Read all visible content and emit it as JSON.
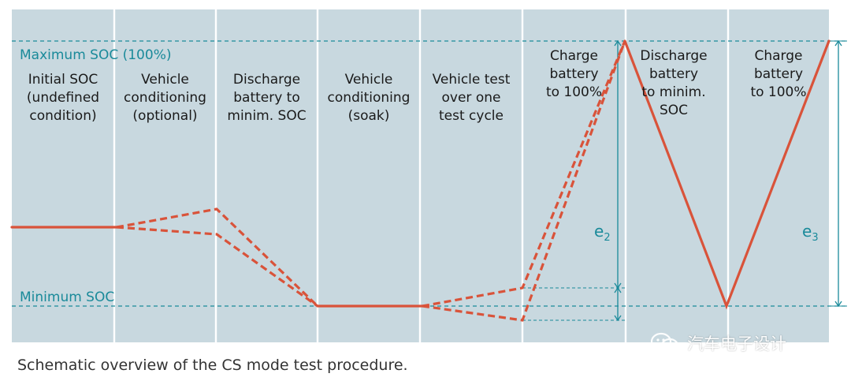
{
  "colors": {
    "panel": "#c8d8df",
    "separator": "#ffffff",
    "soc_line": "#d9533a",
    "accent": "#1a8a9a",
    "text": "#1a1a1a"
  },
  "levels": {
    "max_label": "Maximum SOC (100%)",
    "min_label": "Minimum SOC"
  },
  "phases": [
    {
      "lines": [
        "Initial SOC",
        "(undefined",
        "condition)"
      ]
    },
    {
      "lines": [
        "Vehicle",
        "conditioning",
        "(optional)"
      ]
    },
    {
      "lines": [
        "Discharge",
        "battery to",
        "minim. SOC"
      ]
    },
    {
      "lines": [
        "Vehicle",
        "conditioning",
        "(soak)"
      ]
    },
    {
      "lines": [
        "Vehicle test",
        "over one",
        "test cycle"
      ]
    },
    {
      "lines": [
        "Charge",
        "battery",
        "to 100%"
      ]
    },
    {
      "lines": [
        "Discharge",
        "battery",
        "to minim.",
        "SOC"
      ]
    },
    {
      "lines": [
        "Charge",
        "battery",
        "to 100%"
      ]
    }
  ],
  "energy_labels": {
    "e2": {
      "base": "e",
      "sub": "2"
    },
    "e3": {
      "base": "e",
      "sub": "3"
    }
  },
  "caption": "Schematic overview of the CS mode test procedure.",
  "watermark": {
    "icon": "wechat-icon",
    "text": "汽车电子设计"
  }
}
